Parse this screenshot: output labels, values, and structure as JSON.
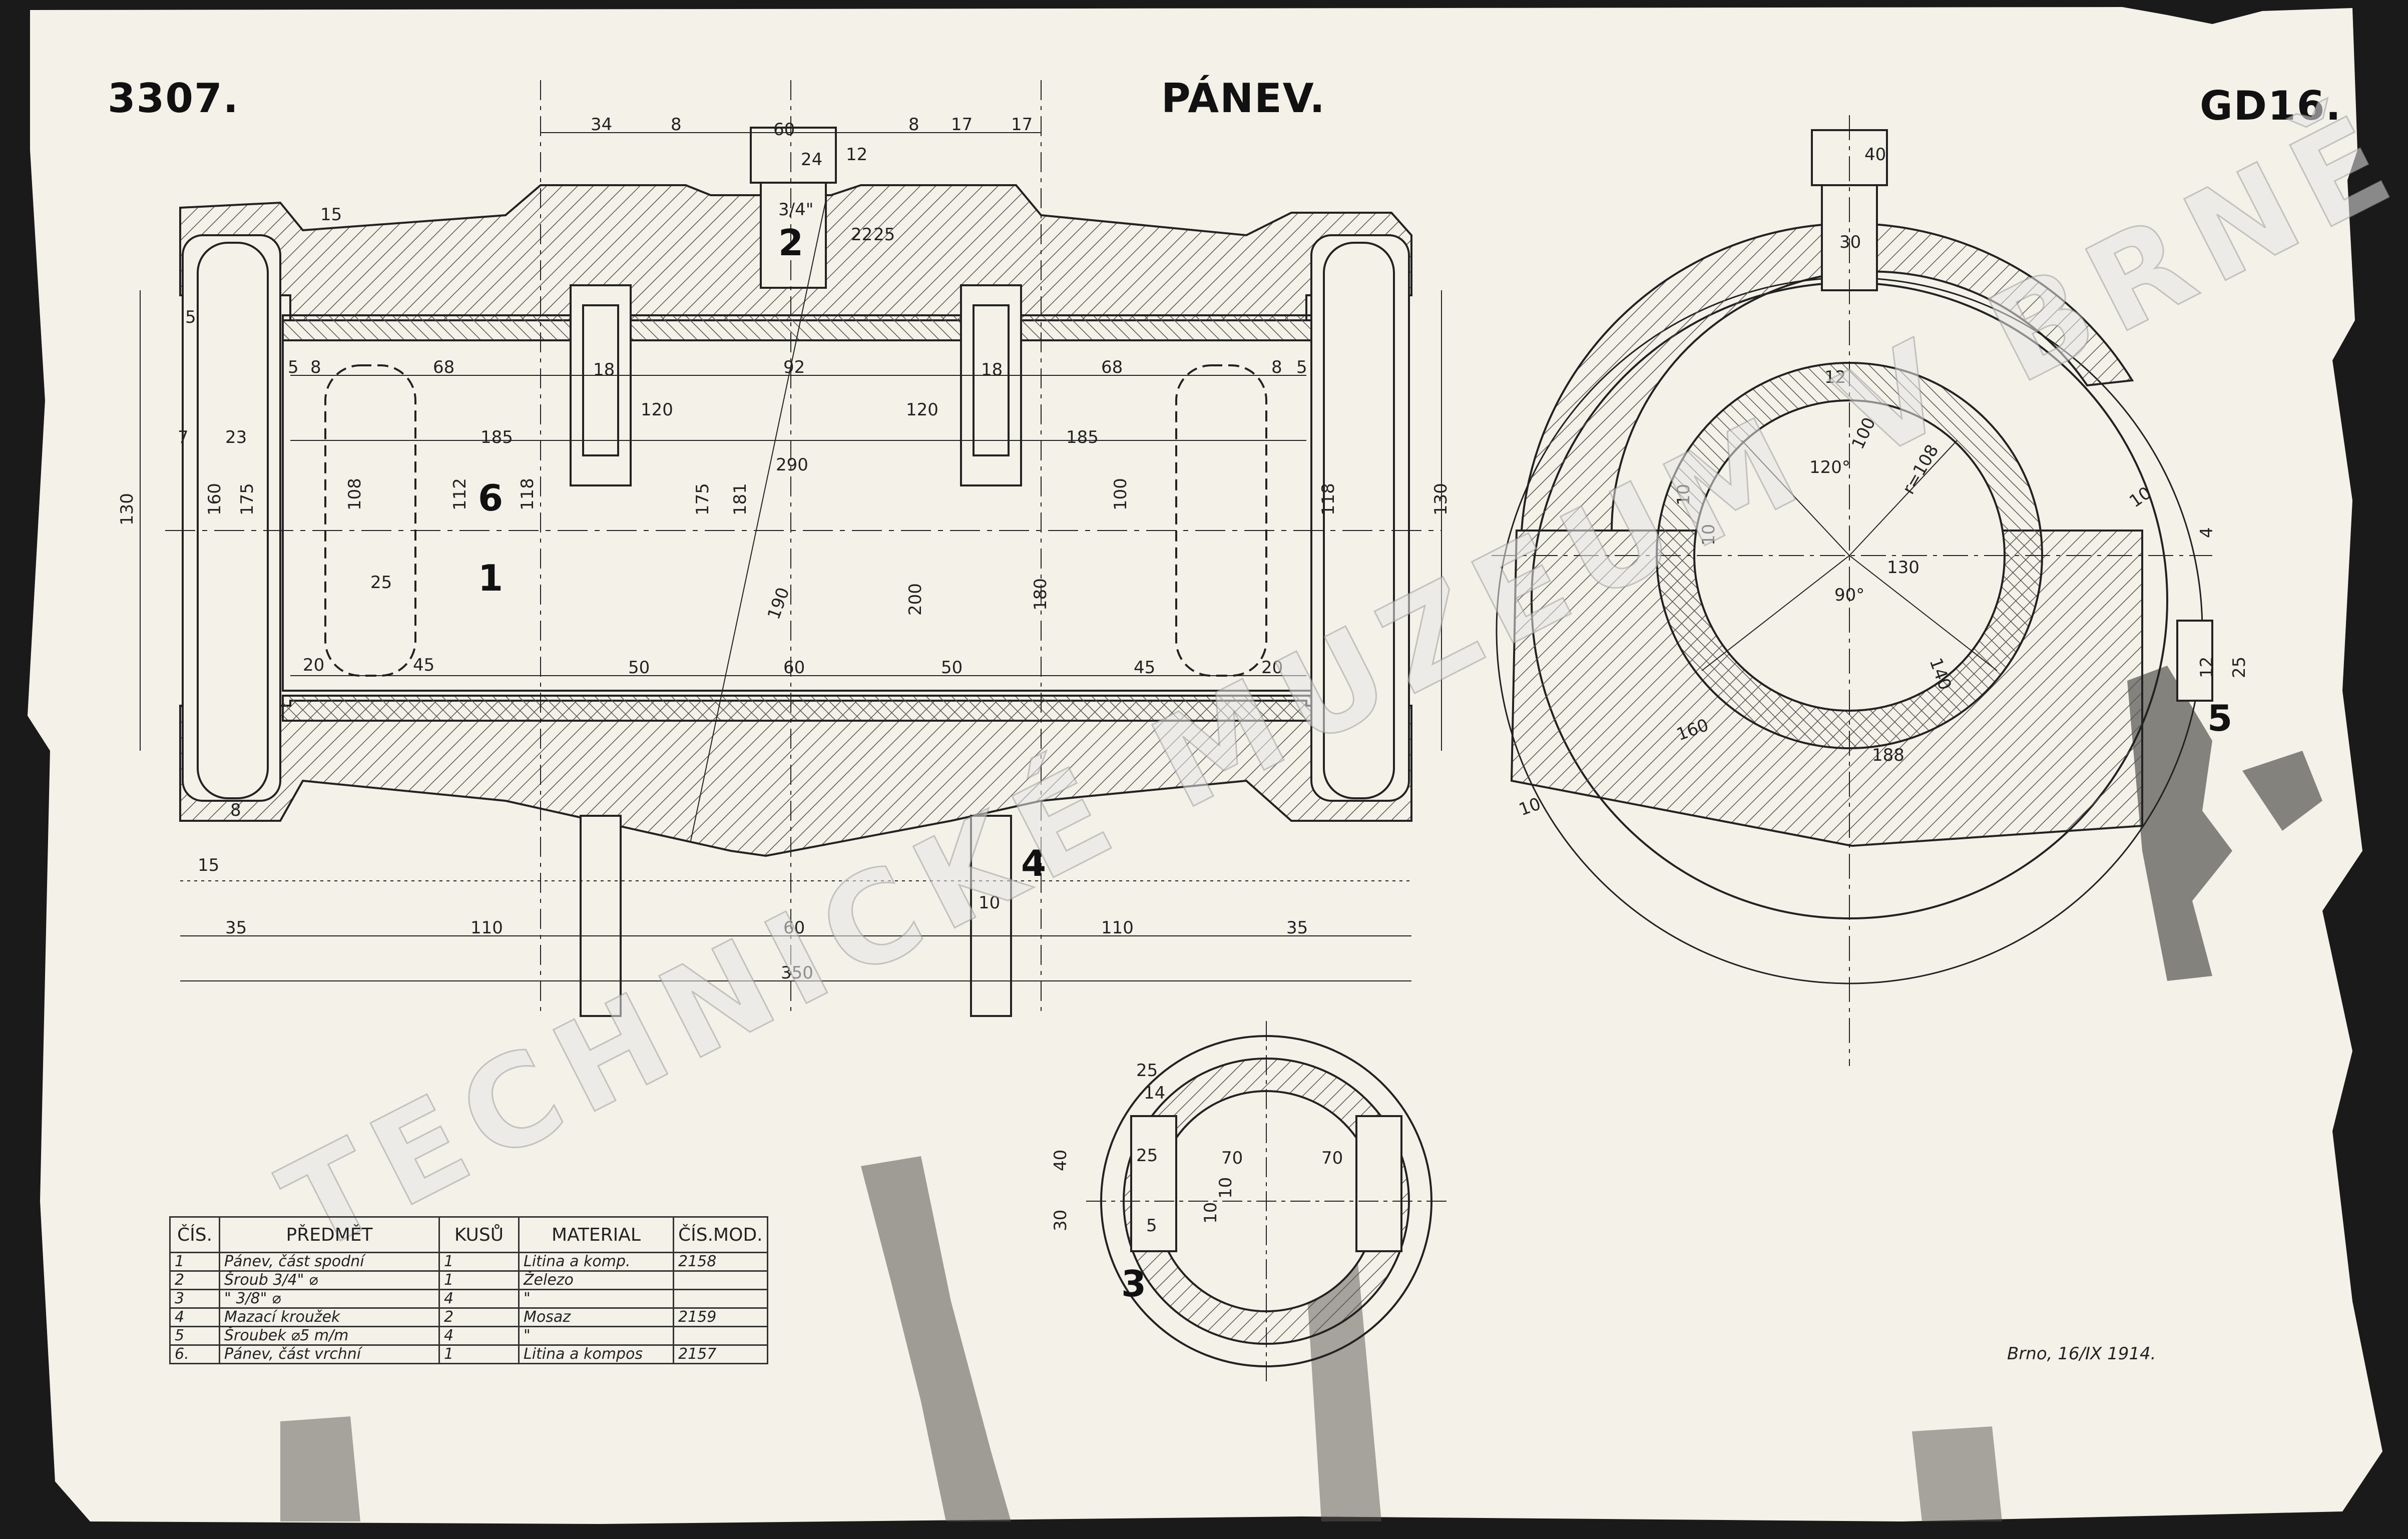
{
  "header": {
    "number": "3307.",
    "title": "PÁNEV.",
    "code": "GD16."
  },
  "watermark": "TECHNICKÉ MUZEUM V BRNĚ",
  "signature": "Brno, 16/IX 1914.",
  "part_labels": {
    "p1": "1",
    "p2": "2",
    "p3": "3",
    "p4": "4",
    "p5": "5",
    "p6": "6"
  },
  "dims_main": {
    "d34": "34",
    "d8a": "8",
    "d60": "60",
    "d8b": "8",
    "d17a": "17",
    "d17b": "17",
    "d24": "24",
    "d12": "12",
    "d15top": "15",
    "d34in": "3/4\"",
    "d22": "22",
    "d25": "25",
    "d15": "15",
    "d5a": "5",
    "d5b": "5",
    "d8c": "8",
    "d68a": "68",
    "d18a": "18",
    "d92": "92",
    "d18b": "18",
    "d68b": "68",
    "d8d": "8",
    "d5c": "5",
    "d120a": "120",
    "d120b": "120",
    "d7": "7",
    "d23": "23",
    "d185a": "185",
    "d185b": "185",
    "d290": "290",
    "d130a": "130",
    "d160": "160",
    "d175": "175",
    "d108": "108",
    "d112": "112",
    "d118a": "118",
    "d175b": "175",
    "d181": "181",
    "d100": "100",
    "d118b": "118",
    "d130b": "130",
    "d190": "190",
    "d200": "200",
    "d180": "180",
    "d20a": "20",
    "d45a": "45",
    "d50a": "50",
    "d60b": "60",
    "d50b": "50",
    "d45b": "45",
    "d20b": "20",
    "d8e": "8",
    "d15b": "15",
    "d10": "10",
    "d35a": "35",
    "d110a": "110",
    "d60c": "60",
    "d110b": "110",
    "d35b": "35",
    "d350": "350"
  },
  "dims_side": {
    "d40": "40",
    "d30": "30",
    "d12": "12",
    "d100": "100",
    "d120deg": "120°",
    "d108": "r=108",
    "d10a": "10",
    "d10b": "10",
    "d10c": "10",
    "d4": "4",
    "d130": "130",
    "d90deg": "90°",
    "d140": "140",
    "d160": "160",
    "d188": "188",
    "d10d": "10",
    "d12b": "12",
    "d25b": "25"
  },
  "dims_small": {
    "d25": "25",
    "d14": "14",
    "d40": "40",
    "d30": "30",
    "d25b": "25",
    "d70a": "70",
    "d70b": "70",
    "d10a": "10",
    "d10b": "10",
    "d5": "5"
  },
  "table": {
    "headers": [
      "ČÍS.",
      "PŘEDMĚT",
      "KUSŮ",
      "MATERIAL",
      "ČÍS.MOD."
    ],
    "rows": [
      [
        "1",
        "Pánev, část spodní",
        "1",
        "Litina a komp.",
        "2158"
      ],
      [
        "2",
        "Šroub 3/4\" ⌀",
        "1",
        "Železo",
        ""
      ],
      [
        "3",
        "\"  3/8\" ⌀",
        "4",
        "\"",
        ""
      ],
      [
        "4",
        "Mazací kroužek",
        "2",
        "Mosaz",
        "2159"
      ],
      [
        "5",
        "Šroubek ⌀5 m/m",
        "4",
        "\"",
        ""
      ],
      [
        "6.",
        "Pánev, část vrchní",
        "1",
        "Litina a kompos",
        "2157"
      ]
    ]
  }
}
